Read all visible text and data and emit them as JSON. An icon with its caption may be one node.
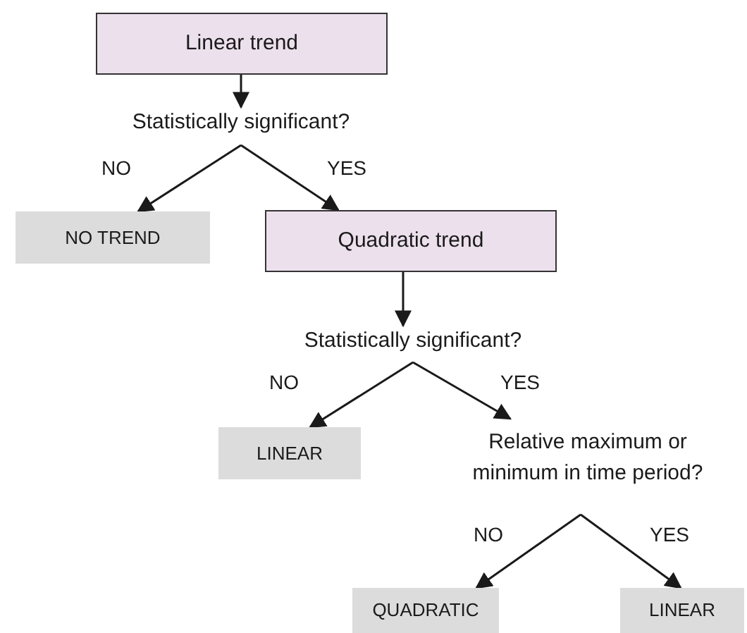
{
  "diagram": {
    "nodes": [
      {
        "text": [
          "Linear trend"
        ]
      },
      {
        "text": [
          "Statistically significant?"
        ]
      },
      {
        "text": [
          "NO TREND"
        ]
      },
      {
        "text": [
          "Quadratic trend"
        ]
      },
      {
        "text": [
          "Statistically significant?"
        ]
      },
      {
        "text": [
          "LINEAR"
        ]
      },
      {
        "text": [
          "Relative maximum or minimum in time period?"
        ]
      },
      {
        "text": [
          "QUADRATIC"
        ]
      },
      {
        "text": [
          "LINEAR"
        ]
      }
    ],
    "edges": [
      {
        "from": 0,
        "to": 1,
        "arrow": "to"
      },
      {
        "from": 1,
        "to": 2,
        "arrow": "to",
        "label": "NO"
      },
      {
        "from": 1,
        "to": 3,
        "arrow": "to",
        "label": "YES"
      },
      {
        "from": 3,
        "to": 4,
        "arrow": "to"
      },
      {
        "from": 4,
        "to": 5,
        "arrow": "to",
        "label": "NO"
      },
      {
        "from": 4,
        "to": 6,
        "arrow": "to",
        "label": "YES"
      },
      {
        "from": 6,
        "to": 7,
        "arrow": "to",
        "label": "NO"
      },
      {
        "from": 6,
        "to": 8,
        "arrow": "to",
        "label": "YES"
      }
    ]
  }
}
